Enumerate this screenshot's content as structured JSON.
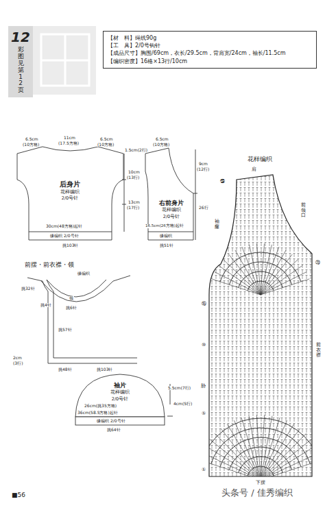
{
  "diagram": {
    "nodes": [
      {
        "text": [
          "12",
          "彩图见第12页"
        ]
      },
      {
        "text": [
          "【材　料】绳线90g",
          "【工　具】2/0号钩针",
          "【成品尺寸】胸围/69cm，衣长/29.5cm，背肩宽/24cm，袖长/11.5cm",
          "【编织密度】16格×13行/10cm"
        ]
      },
      {
        "text": [
          "后身片",
          "花样编织",
          "2/0号针"
        ]
      },
      {
        "text": [
          "右前身片",
          "花样编织",
          "2/0号针"
        ]
      },
      {
        "text": [
          "袖片",
          "花样编织",
          "2/0号针"
        ]
      }
    ],
    "labels": [
      "6.5cm",
      "(10方格)",
      "11cm",
      "(17.5方格)",
      "6.5cm",
      "(10方格)",
      "1.5cm(2行)",
      "10cm",
      "(13行)",
      "13cm",
      "(17行)",
      "30cm(48方格)起针",
      "缘编织 2/0号针",
      "挑103针",
      "6.5cm",
      "(10方格)",
      "9cm",
      "(12行)",
      "26行",
      "16.5cm(26方格)起针",
      "缘编织",
      "挑51针",
      "花样编织",
      "肩",
      "前领口",
      "袖窿",
      "胁",
      "前衣襟",
      "下摆",
      "㉖",
      "⑳",
      "⑮",
      "⑩",
      "⑤",
      "①",
      "前摆・前衣襟・领",
      "缘编织",
      "挑32针",
      "领",
      "挑4针",
      "挑6针",
      "挑57针",
      "2cm",
      "(3行)",
      "挑48针",
      "挑103针",
      "5.5cm(7行)",
      "4cm(5行)",
      "26cm(挑35方格)",
      "36cm(58.5方格)起针",
      "缘编织 2/0号针",
      "挑64针",
      "■56",
      "头条号 / 佳秀编织"
    ]
  }
}
